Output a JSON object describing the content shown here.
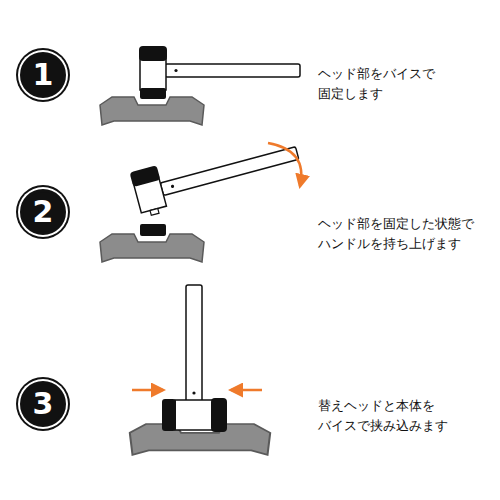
{
  "diagram": {
    "nodes": [
      {
        "text": [
          "1"
        ]
      },
      {
        "text": [
          "2"
        ]
      },
      {
        "text": [
          "3"
        ]
      }
    ],
    "labels": [
      "ヘッド部をバイスで 固定します",
      "ヘッド部を固定した状態で ハンドルを持ち上げます",
      "替えヘッドと本体を バイスで挟み込みます"
    ]
  }
}
